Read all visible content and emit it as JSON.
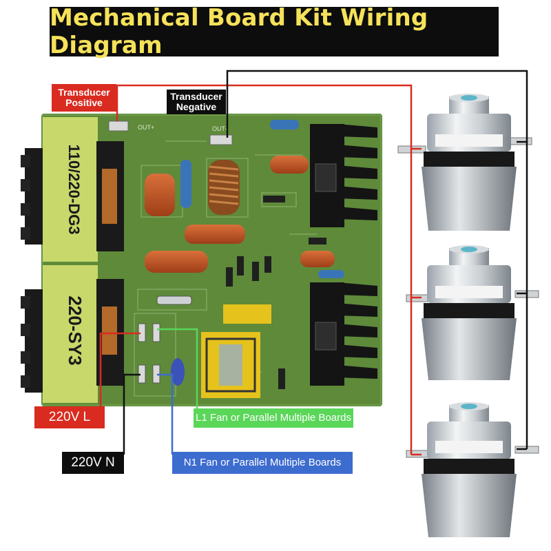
{
  "title": "Mechanical Board Kit Wiring Diagram",
  "labels": {
    "transducer_positive": "Transducer Positive",
    "transducer_negative": "Transducer Negative",
    "ac_live": "220V  L",
    "ac_neutral": "220V  N",
    "l1_output": "L1 Fan or Parallel Multiple Boards",
    "n1_output": "N1 Fan or Parallel Multiple Boards"
  },
  "board": {
    "transformer_top": "110/220-DG3",
    "transformer_bottom": "220-SY3",
    "out_plus": "OUT+",
    "out_minus": "OUT-"
  },
  "colors": {
    "positive_wire": "#d92b20",
    "negative_wire": "#111111",
    "l1_wire": "#5ad659",
    "n1_wire": "#3d6ccf",
    "pcb": "#5e8a3a",
    "title_text": "#f6e25a"
  }
}
